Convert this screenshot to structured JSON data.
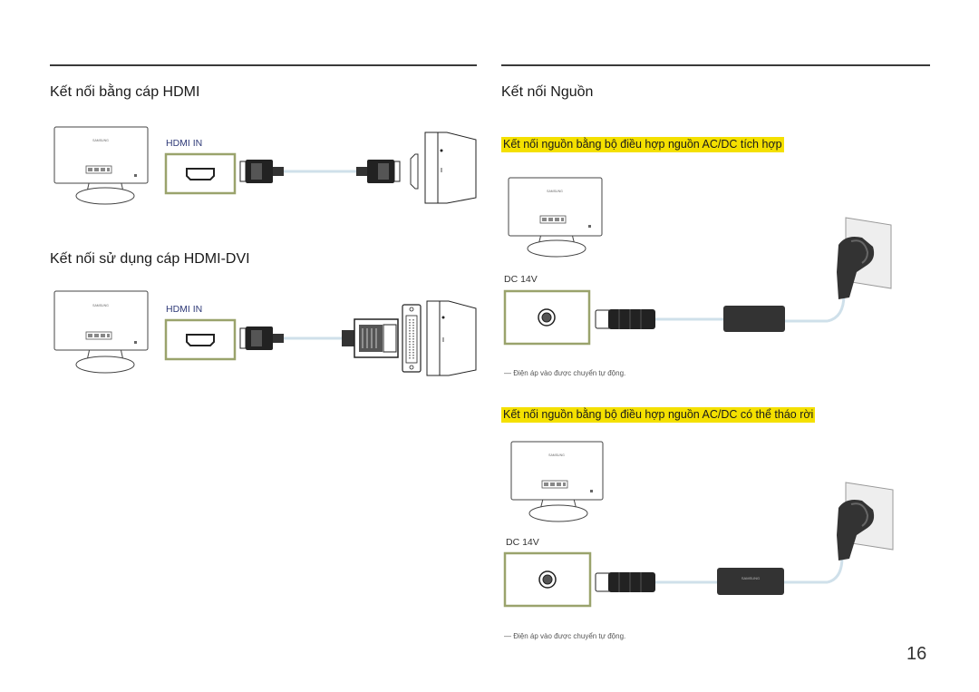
{
  "left": {
    "hdmi_title": "Kết nối bằng cáp HDMI",
    "hdmi_port_label": "HDMI IN",
    "dvi_title": "Kết nối sử dụng cáp HDMI-DVI",
    "dvi_port_label": "HDMI IN"
  },
  "right": {
    "title": "Kết nối Nguồn",
    "integrated_heading": "Kết nối nguồn bằng bộ điều hợp nguồn AC/DC tích hợp",
    "integrated_dc_label": "DC 14V",
    "integrated_note": "― Điện áp vào được chuyển tự động.",
    "detachable_heading": "Kết nối nguồn bằng bộ điều hợp nguồn AC/DC có thể tháo rời",
    "detachable_dc_label": "DC 14V",
    "detachable_note": "― Điện áp vào được chuyển tự động."
  },
  "monitor_brand": "SAMSUNG",
  "adapter_brand": "SAMSUNG",
  "page_number": "16",
  "colors": {
    "highlight": "#f4e000",
    "port_frame": "#9aa36c",
    "cable": "#cfe0ea",
    "label_navy": "#2f3a78"
  }
}
